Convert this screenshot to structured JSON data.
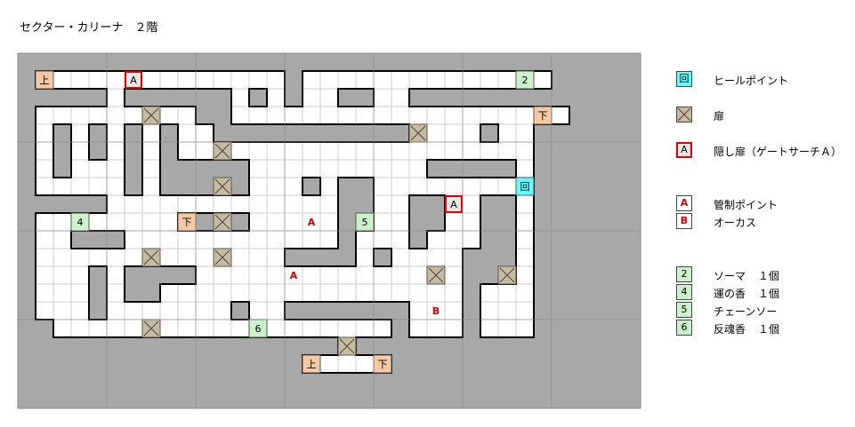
{
  "title": "セクター・カリーナ　２階",
  "map": {
    "grid_cols": 14,
    "grid_rows": 8,
    "colors": {
      "rock": "#a8a8a8",
      "floor": "#ffffff",
      "wall": "#000000",
      "grid": "#cccccc",
      "stair": "#f5c9a3",
      "heal": "#66ffff",
      "door": "#c8bba0",
      "item": "#ccf2cc",
      "hidden_border": "#e00000",
      "marker": "#cc0000"
    },
    "labels": {
      "up": "上",
      "down": "下",
      "heal": "回",
      "hidden": "A",
      "a": "A",
      "b": "B",
      "item2": "2",
      "item4": "4",
      "item5": "5",
      "item6": "6"
    }
  },
  "legend": {
    "heal": {
      "icon": "回",
      "label": "ヒールポイント"
    },
    "door": {
      "label": "扉"
    },
    "hidden_door": {
      "icon": "A",
      "label": "隠し扉（ゲートサーチＡ）"
    },
    "marker_a": {
      "icon": "A",
      "label": "管制ポイント"
    },
    "marker_b": {
      "icon": "B",
      "label": "オーカス"
    },
    "items": [
      {
        "num": "2",
        "name": "ソーマ",
        "qty": "１個"
      },
      {
        "num": "4",
        "name": "運の香",
        "qty": "１個"
      },
      {
        "num": "5",
        "name": "チェーンソー",
        "qty": ""
      },
      {
        "num": "6",
        "name": "反魂香",
        "qty": "１個"
      }
    ]
  }
}
